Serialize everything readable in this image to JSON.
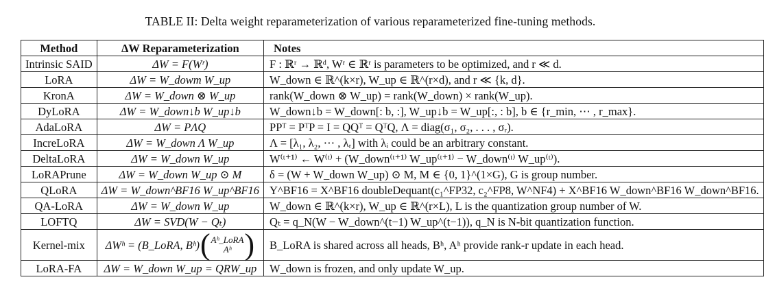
{
  "caption": "TABLE II: Delta weight reparameterization of various reparameterized fine-tuning methods.",
  "header": {
    "method": "Method",
    "reparam": "ΔW Reparameterization",
    "notes": "Notes"
  },
  "rows": [
    {
      "method": "Intrinsic SAID",
      "reparam": "ΔW = F(Wʳ)",
      "notes": "F : ℝʳ → ℝᵈ, Wʳ ∈ ℝʳ is parameters to be optimized, and r ≪ d."
    },
    {
      "method": "LoRA",
      "reparam": "ΔW = W_dowm W_up",
      "notes": "W_down ∈ ℝ^(k×r), W_up ∈ ℝ^(r×d), and r ≪ {k, d}."
    },
    {
      "method": "KronA",
      "reparam": "ΔW = W_down ⊗ W_up",
      "notes": "rank(W_down ⊗ W_up) = rank(W_down) × rank(W_up)."
    },
    {
      "method": "DyLoRA",
      "reparam": "ΔW = W_down↓b W_up↓b",
      "notes": "W_down↓b = W_down[: b, :], W_up↓b = W_up[:, : b], b ∈ {r_min, ⋯ , r_max}."
    },
    {
      "method": "AdaLoRA",
      "reparam": "ΔW = PΛQ",
      "notes": "PPᵀ = PᵀP = I = QQᵀ = QᵀQ, Λ = diag(σ₁, σ₂, . . . , σᵣ)."
    },
    {
      "method": "IncreLoRA",
      "reparam": "ΔW = W_down Λ W_up",
      "notes": "Λ = [λ₁, λ₂, ⋯ , λᵣ] with λᵢ could be an arbitrary constant."
    },
    {
      "method": "DeltaLoRA",
      "reparam": "ΔW = W_down W_up",
      "notes": "W⁽ᵗ⁺¹⁾ ← W⁽ᵗ⁾ + (W_down⁽ᵗ⁺¹⁾ W_up⁽ᵗ⁺¹⁾ − W_down⁽ᵗ⁾ W_up⁽ᵗ⁾)."
    },
    {
      "method": "LoRAPrune",
      "reparam": "ΔW = W_down W_up ⊙ M",
      "notes": "δ = (W + W_down W_up) ⊙ M, M ∈ {0, 1}^(1×G), G is group number."
    },
    {
      "method": "QLoRA",
      "reparam": "ΔW = W_down^BF16 W_up^BF16",
      "notes": "Y^BF16 = X^BF16 doubleDequant(c₁^FP32, c₂^FP8, W^NF4) + X^BF16 W_down^BF16 W_down^BF16."
    },
    {
      "method": "QA-LoRA",
      "reparam": "ΔW = W_down W_up",
      "notes": "W_down ∈ ℝ^(k×r), W_up ∈ ℝ^(r×L), L is the quantization group number of W."
    },
    {
      "method": "LOFTQ",
      "reparam": "ΔW = SVD(W − Qₜ)",
      "notes": "Qₜ = q_N(W − W_down^(t−1) W_up^(t−1)), q_N is N-bit quantization function."
    },
    {
      "method": "Kernel-mix",
      "reparam_prefix": "ΔWʰ = (B_LoRA, Bʰ)",
      "reparam_top": "Aʰ_LoRA",
      "reparam_bottom": "Aʰ",
      "notes": "B_LoRA is shared across all heads, Bʰ, Aʰ provide rank-r update in each head."
    },
    {
      "method": "LoRA-FA",
      "reparam": "ΔW = W_down W_up = QRW_up",
      "notes": "W_down is frozen, and only update W_up."
    }
  ]
}
